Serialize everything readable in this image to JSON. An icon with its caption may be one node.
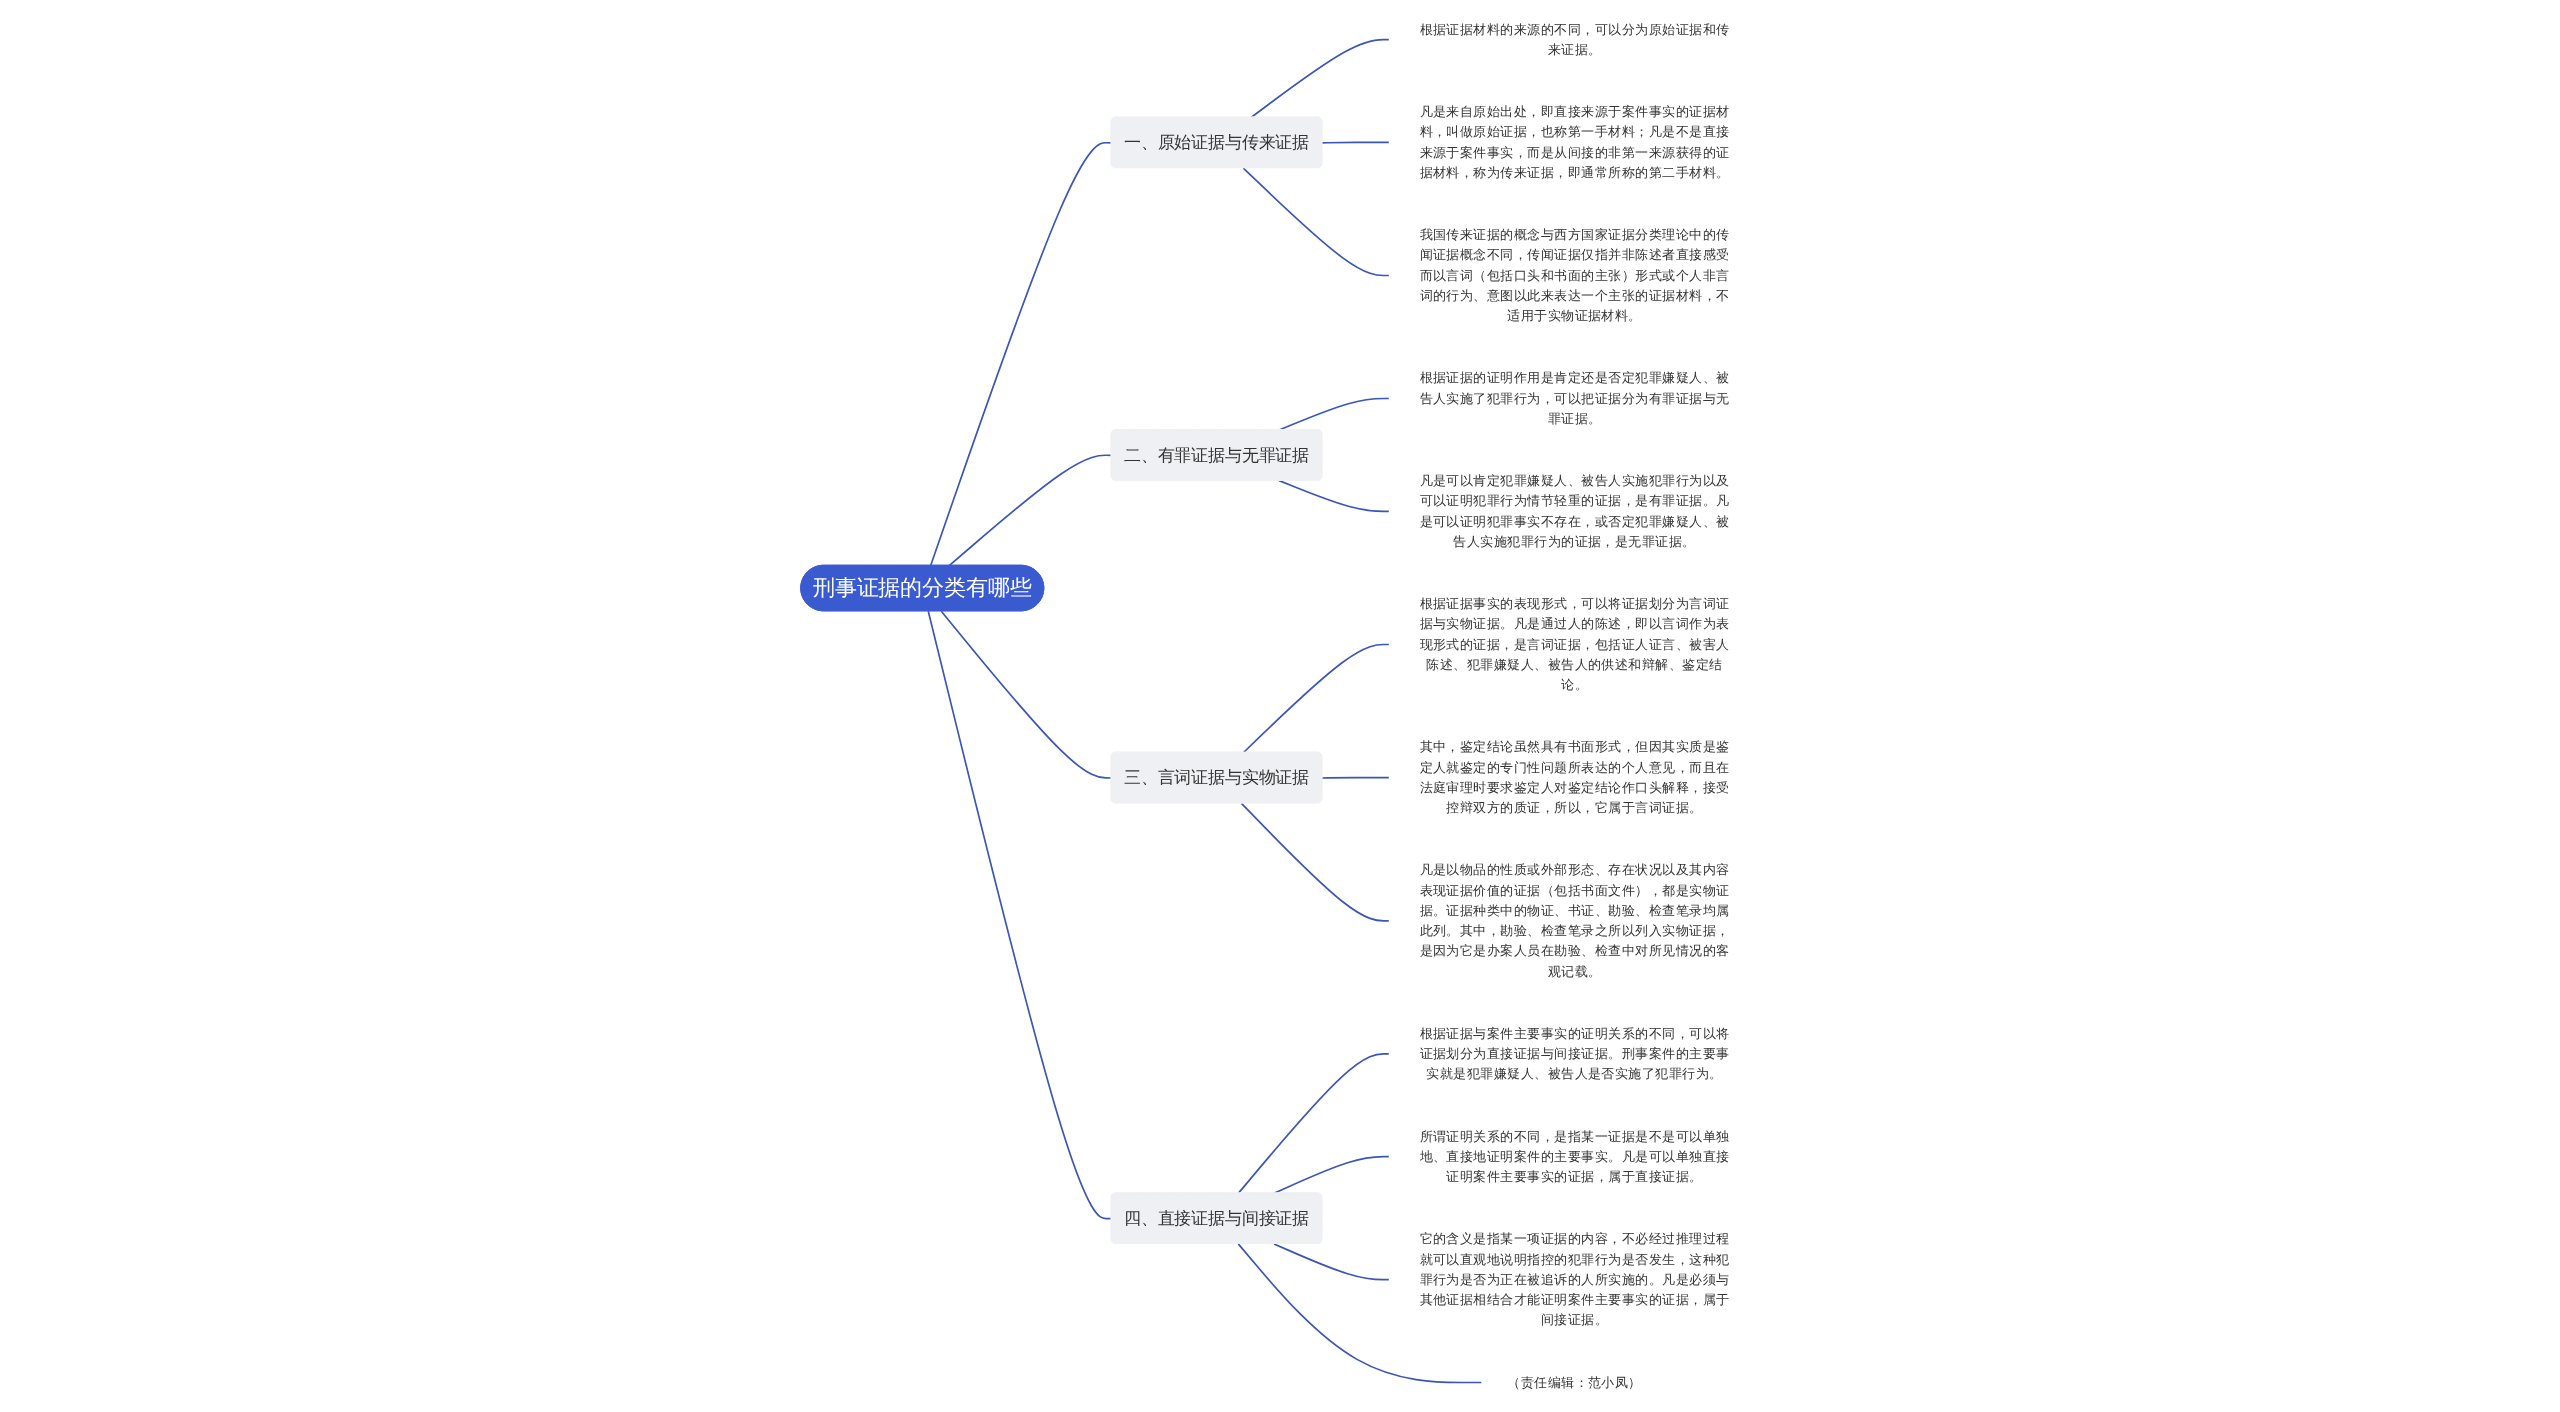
{
  "diagram": {
    "nodes": [
      {
        "text": [
          "刑事证据的分类有哪些"
        ]
      },
      {
        "text": [
          "一、原始证据与传来证据"
        ]
      },
      {
        "text": [
          "根据证据材料的来源的不同，可以分为原始证据和传来证据。"
        ]
      },
      {
        "text": [
          "凡是来自原始出处，即直接来源于案件事实的证据材料，叫做原始证据，也称第一手材料；凡是不是直接来源于案件事实，而是从间接的非第一来源获得的证据材料，称为传来证据，即通常所称的第二手材料。"
        ]
      },
      {
        "text": [
          "我国传来证据的概念与西方国家证据分类理论中的传闻证据概念不同，传闻证据仅指并非陈述者直接感受而以言词（包括口头和书面的主张）形式或个人非言词的行为、意图以此来表达一个主张的证据材料，不适用于实物证据材料。"
        ]
      },
      {
        "text": [
          "二、有罪证据与无罪证据"
        ]
      },
      {
        "text": [
          "根据证据的证明作用是肯定还是否定犯罪嫌疑人、被告人实施了犯罪行为，可以把证据分为有罪证据与无罪证据。"
        ]
      },
      {
        "text": [
          "凡是可以肯定犯罪嫌疑人、被告人实施犯罪行为以及可以证明犯罪行为情节轻重的证据，是有罪证据。凡是可以证明犯罪事实不存在，或否定犯罪嫌疑人、被告人实施犯罪行为的证据，是无罪证据。"
        ]
      },
      {
        "text": [
          "三、言词证据与实物证据"
        ]
      },
      {
        "text": [
          "根据证据事实的表现形式，可以将证据划分为言词证据与实物证据。凡是通过人的陈述，即以言词作为表现形式的证据，是言词证据，包括证人证言、被害人陈述、犯罪嫌疑人、被告人的供述和辩解、鉴定结论。"
        ]
      },
      {
        "text": [
          "其中，鉴定结论虽然具有书面形式，但因其实质是鉴定人就鉴定的专门性问题所表达的个人意见，而且在法庭审理时要求鉴定人对鉴定结论作口头解释，接受控辩双方的质证，所以，它属于言词证据。"
        ]
      },
      {
        "text": [
          "凡是以物品的性质或外部形态、存在状况以及其内容表现证据价值的证据（包括书面文件），都是实物证据。证据种类中的物证、书证、勘验、检查笔录均属此列。其中，勘验、检查笔录之所以列入实物证据，是因为它是办案人员在勘验、检查中对所见情况的客观记载。"
        ]
      },
      {
        "text": [
          "四、直接证据与间接证据"
        ]
      },
      {
        "text": [
          "根据证据与案件主要事实的证明关系的不同，可以将证据划分为直接证据与间接证据。刑事案件的主要事实就是犯罪嫌疑人、被告人是否实施了犯罪行为。"
        ]
      },
      {
        "text": [
          "所谓证明关系的不同，是指某一证据是不是可以单独地、直接地证明案件的主要事实。凡是可以单独直接证明案件主要事实的证据，属于直接证据。"
        ]
      },
      {
        "text": [
          "它的含义是指某一项证据的内容，不必经过推理过程就可以直观地说明指控的犯罪行为是否发生，这种犯罪行为是否为正在被追诉的人所实施的。凡是必须与其他证据相结合才能证明案件主要事实的证据，属于间接证据。"
        ]
      },
      {
        "text": [
          "（责任编辑：范小凤）"
        ]
      }
    ],
    "edges": [
      {
        "from": 0,
        "to": 1,
        "arrow": "none"
      },
      {
        "from": 1,
        "to": 2,
        "arrow": "none"
      },
      {
        "from": 1,
        "to": 3,
        "arrow": "none"
      },
      {
        "from": 1,
        "to": 4,
        "arrow": "none"
      },
      {
        "from": 0,
        "to": 5,
        "arrow": "none"
      },
      {
        "from": 5,
        "to": 6,
        "arrow": "none"
      },
      {
        "from": 5,
        "to": 7,
        "arrow": "none"
      },
      {
        "from": 0,
        "to": 8,
        "arrow": "none"
      },
      {
        "from": 8,
        "to": 9,
        "arrow": "none"
      },
      {
        "from": 8,
        "to": 10,
        "arrow": "none"
      },
      {
        "from": 8,
        "to": 11,
        "arrow": "none"
      },
      {
        "from": 0,
        "to": 12,
        "arrow": "none"
      },
      {
        "from": 12,
        "to": 13,
        "arrow": "none"
      },
      {
        "from": 12,
        "to": 14,
        "arrow": "none"
      },
      {
        "from": 12,
        "to": 15,
        "arrow": "none"
      },
      {
        "from": 12,
        "to": 16,
        "arrow": "none"
      }
    ]
  }
}
